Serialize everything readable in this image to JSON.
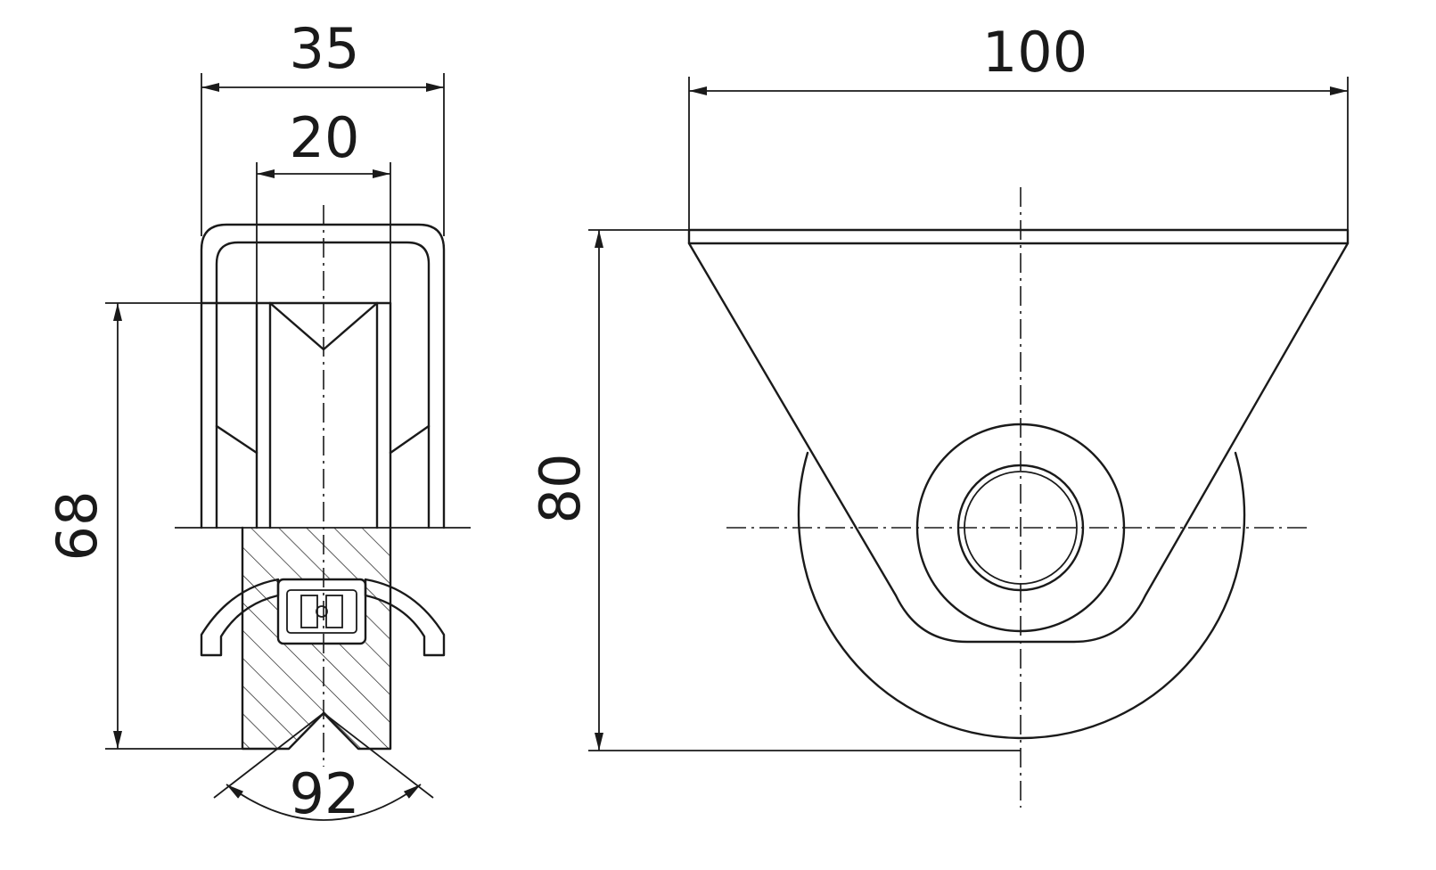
{
  "dimensions": {
    "side_view": {
      "overall_width": "35",
      "wheel_width": "20",
      "height": "68",
      "groove_angle": "92"
    },
    "front_view": {
      "plate_width": "100",
      "overall_height": "80"
    }
  }
}
